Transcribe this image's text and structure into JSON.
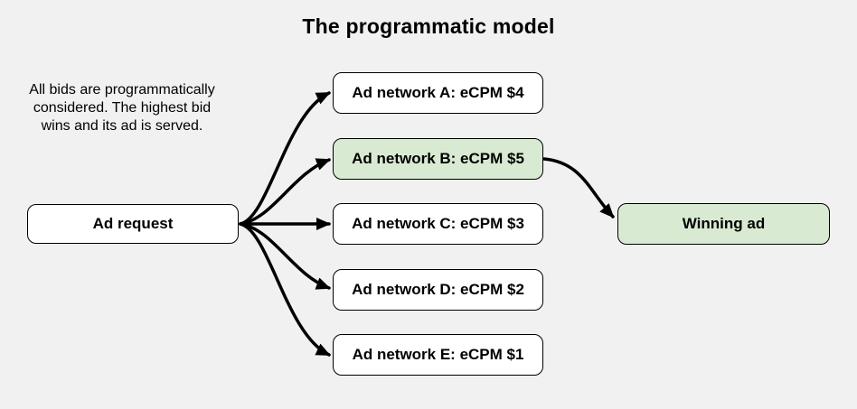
{
  "title": "The programmatic model",
  "note": {
    "full_text": "All bids are programmatically considered. The highest bid wins and its ad is served.",
    "lines": [
      "All bids are programmatically",
      "considered. The highest bid",
      "wins and its ad is served."
    ]
  },
  "nodes": {
    "ad_request": {
      "label": "Ad request"
    },
    "networks": [
      {
        "label": "Ad network A: eCPM $4",
        "ecpm": 4,
        "highlight": false
      },
      {
        "label": "Ad network B: eCPM $5",
        "ecpm": 5,
        "highlight": true
      },
      {
        "label": "Ad network C: eCPM $3",
        "ecpm": 3,
        "highlight": false
      },
      {
        "label": "Ad network D: eCPM $2",
        "ecpm": 2,
        "highlight": false
      },
      {
        "label": "Ad network E: eCPM $1",
        "ecpm": 1,
        "highlight": false
      }
    ],
    "winning": {
      "label": "Winning ad"
    }
  },
  "colors": {
    "background": "#f1f1f2",
    "node_fill": "#ffffff",
    "highlight_fill": "#d9ead3",
    "border": "#000000",
    "arrow": "#000000",
    "text": "#000000"
  }
}
